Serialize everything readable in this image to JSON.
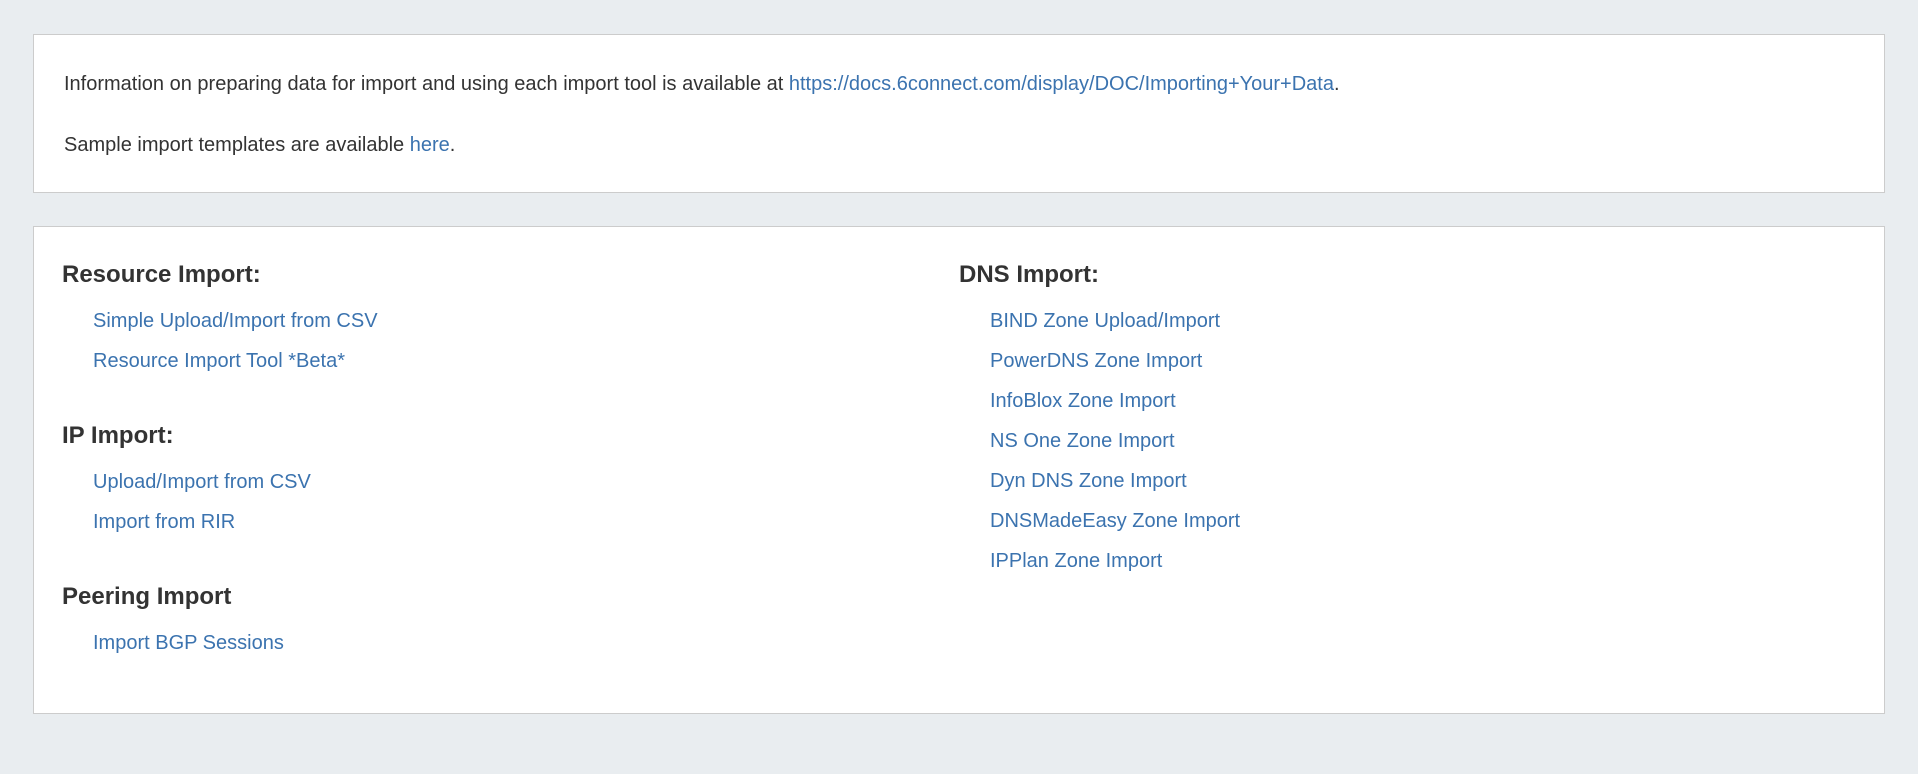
{
  "colors": {
    "page_background": "#e9edf0",
    "panel_background": "#ffffff",
    "panel_border": "#cccccc",
    "text": "#333333",
    "link": "#3b73af"
  },
  "info_panel": {
    "line1": {
      "prefix": "Information on preparing data for import and using each import tool is available at ",
      "link": "https://docs.6connect.com/display/DOC/Importing+Your+Data",
      "suffix": "."
    },
    "line2": {
      "prefix": "Sample import templates are available ",
      "link": "here",
      "suffix": "."
    }
  },
  "import_panel": {
    "left": {
      "sections": [
        {
          "heading": "Resource Import:",
          "links": [
            "Simple Upload/Import from CSV",
            "Resource Import Tool *Beta*"
          ]
        },
        {
          "heading": "IP Import:",
          "links": [
            "Upload/Import from CSV",
            "Import from RIR"
          ]
        },
        {
          "heading": "Peering Import",
          "links": [
            "Import BGP Sessions"
          ]
        }
      ]
    },
    "right": {
      "sections": [
        {
          "heading": "DNS Import:",
          "links": [
            "BIND Zone Upload/Import",
            "PowerDNS Zone Import",
            "InfoBlox Zone Import",
            "NS One Zone Import",
            "Dyn DNS Zone Import",
            "DNSMadeEasy Zone Import",
            "IPPlan Zone Import"
          ]
        }
      ]
    }
  }
}
